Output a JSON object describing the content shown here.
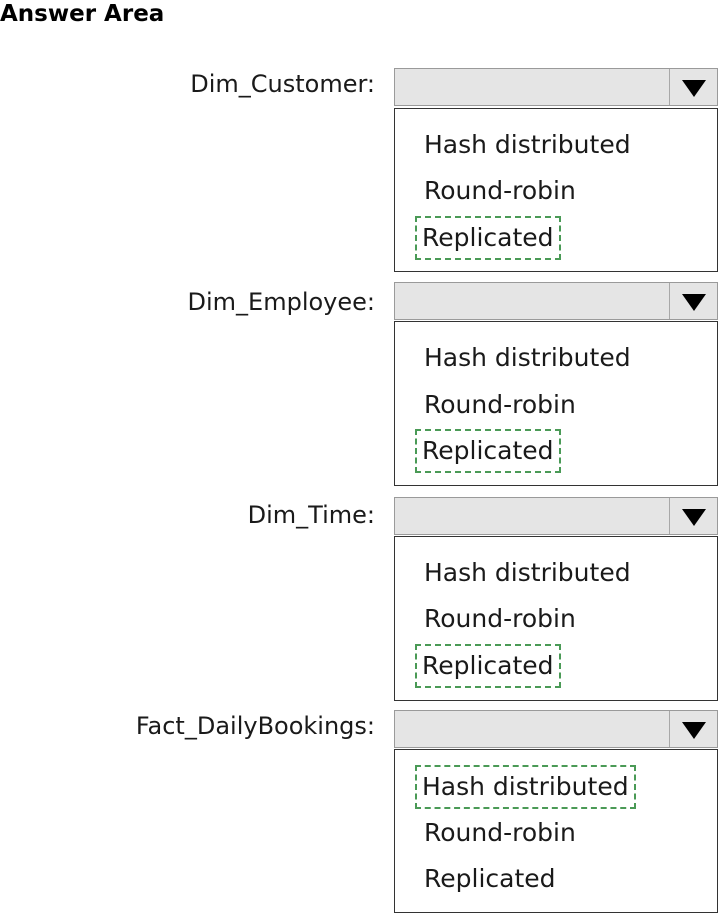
{
  "title": "Answer Area",
  "rows": [
    {
      "label": "Dim_Customer:",
      "dropdown_value": "",
      "options": [
        "Hash distributed",
        "Round-robin",
        "Replicated"
      ],
      "selected_index": 2
    },
    {
      "label": "Dim_Employee:",
      "dropdown_value": "",
      "options": [
        "Hash distributed",
        "Round-robin",
        "Replicated"
      ],
      "selected_index": 2
    },
    {
      "label": "Dim_Time:",
      "dropdown_value": "",
      "options": [
        "Hash distributed",
        "Round-robin",
        "Replicated"
      ],
      "selected_index": 2
    },
    {
      "label": "Fact_DailyBookings:",
      "dropdown_value": "",
      "options": [
        "Hash distributed",
        "Round-robin",
        "Replicated"
      ],
      "selected_index": 0
    }
  ],
  "icons": {
    "dropdown_arrow": "triangle-down-icon"
  },
  "colors": {
    "selection_outline": "#4a9a56",
    "dropdown_bg": "#e5e5e5"
  }
}
